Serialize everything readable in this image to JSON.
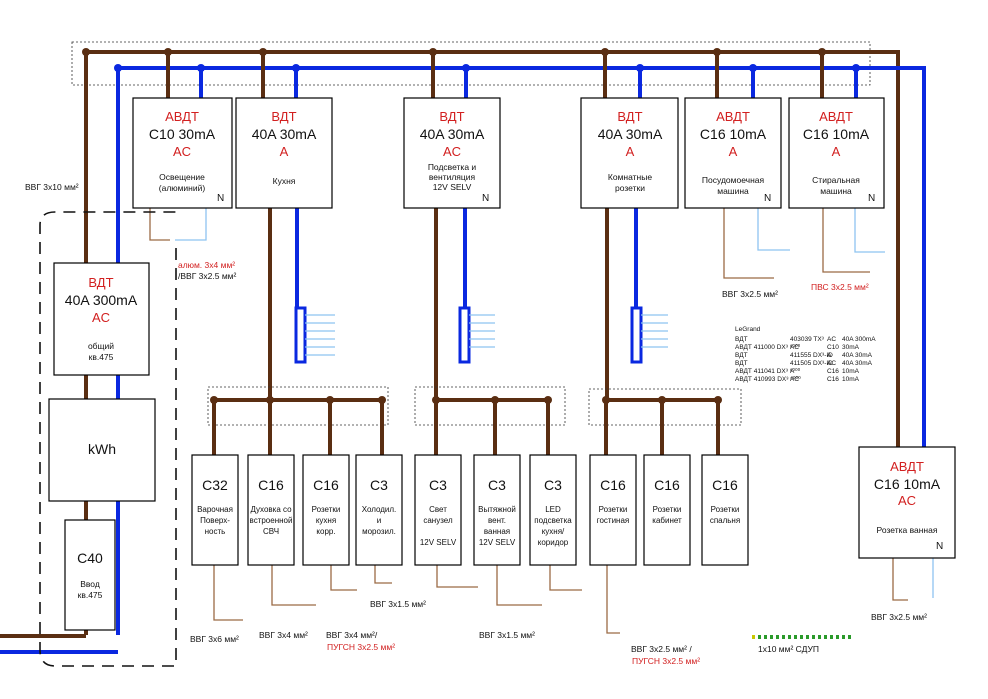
{
  "rcbo_lighting": {
    "type": "АВДТ",
    "rating": "C10  30mA",
    "cls": "AC",
    "desc1": "Освещение",
    "desc2": "(алюминий)",
    "n": "N"
  },
  "rcd_kitchen": {
    "type": "ВДТ",
    "rating": "40A  30mA",
    "cls": "A",
    "desc1": "Кухня"
  },
  "rcd_bath": {
    "type": "ВДТ",
    "rating": "40A  30mA",
    "cls": "AC",
    "desc1": "Подсветка и",
    "desc2": "вентиляция",
    "desc3": "12V SELV",
    "n": "N"
  },
  "rcd_rooms": {
    "type": "ВДТ",
    "rating": "40A   30mA",
    "cls": "A",
    "desc1": "Комнатные",
    "desc2": "розетки"
  },
  "rcbo_dishwasher": {
    "type": "АВДТ",
    "rating": "C16  10mA",
    "cls": "A",
    "desc1": "Посудомоечная",
    "desc2": "машина",
    "n": "N"
  },
  "rcbo_washer": {
    "type": "АВДТ",
    "rating": "C16   10mA",
    "cls": "A",
    "desc1": "Стиральная",
    "desc2": "машина",
    "n": "N"
  },
  "rcd_main": {
    "type": "ВДТ",
    "rating": "40A  300mA",
    "cls": "AC",
    "desc1": "общий",
    "desc2": "кв.475"
  },
  "meter": {
    "label": "kWh"
  },
  "main_breaker": {
    "rating": "C40",
    "desc1": "Ввод",
    "desc2": "кв.475"
  },
  "rcbo_bathsocket": {
    "type": "АВДТ",
    "rating": "C16  10mA",
    "cls": "AC",
    "desc1": "Розетка ванная",
    "n": "N"
  },
  "breakers": [
    {
      "rating": "C32",
      "lines": [
        "Варочная",
        "Поверх-",
        "ность"
      ]
    },
    {
      "rating": "C16",
      "lines": [
        "Духовка со",
        "встроенной",
        "СВЧ"
      ]
    },
    {
      "rating": "C16",
      "lines": [
        "Розетки",
        "кухня",
        "корр."
      ]
    },
    {
      "rating": "C3",
      "lines": [
        "Холодил.",
        "и",
        "морозил."
      ]
    },
    {
      "rating": "C3",
      "lines": [
        "Свет",
        "санузел",
        "",
        "12V SELV"
      ]
    },
    {
      "rating": "C3",
      "lines": [
        "Вытяжной",
        "вент.",
        "ванная",
        "12V SELV"
      ]
    },
    {
      "rating": "C3",
      "lines": [
        "LED",
        "подсветка",
        "кухня/",
        "коридор"
      ]
    },
    {
      "rating": "C16",
      "lines": [
        "Розетки",
        "гостиная"
      ]
    },
    {
      "rating": "C16",
      "lines": [
        "Розетки",
        "кабинет"
      ]
    },
    {
      "rating": "C16",
      "lines": [
        "Розетки",
        "спальня"
      ]
    }
  ],
  "cables": {
    "main": "ВВГ 3х10 мм²",
    "alum": "алюм. 3х4 мм²",
    "alum2": "/ВВГ 3х2.5 мм²",
    "dishwasher": "ВВГ 3х2.5 мм²",
    "washer": "ПВС 3х2.5 мм²",
    "fridge": "ВВГ 3х1.5 мм²",
    "hob": "ВВГ 3х6 мм²",
    "oven": "ВВГ 3х4 мм²",
    "kitchen1": "ВВГ 3х4 мм²/",
    "kitchen2": "ПУГСН 3х2.5 мм²",
    "bath": "ВВГ 3х1.5 мм²",
    "rooms1": "ВВГ 3х2.5 мм² /",
    "rooms2": "ПУГСН 3х2.5 мм²",
    "pe": "1х10 мм² СДУП",
    "bathsocket": "ВВГ 3х2.5 мм²"
  },
  "legend": {
    "brand": "LeGrand",
    "rows": [
      [
        "ВДТ",
        "403039 TX³",
        "AC",
        "40A 300mA"
      ],
      [
        "АВДТ 411000 DX³ ⁶⁰⁰⁰",
        "AC",
        "C10",
        "30mA"
      ],
      [
        "ВДТ",
        "411555 DX³-ID",
        "A",
        "40A  30mA"
      ],
      [
        "ВДТ",
        "411505 DX³-ID",
        "AC",
        "40A  30mA"
      ],
      [
        "АВДТ 411041 DX³ ⁶⁰⁰⁰",
        "A",
        "C16",
        "10mA"
      ],
      [
        "АВДТ 410993 DX³ ⁶⁰⁰⁰",
        "AC",
        "C16",
        "10mA"
      ]
    ]
  },
  "colors": {
    "phase": "#5a2e12",
    "neutral": "#0a28e0",
    "text_red": "#d22020"
  }
}
